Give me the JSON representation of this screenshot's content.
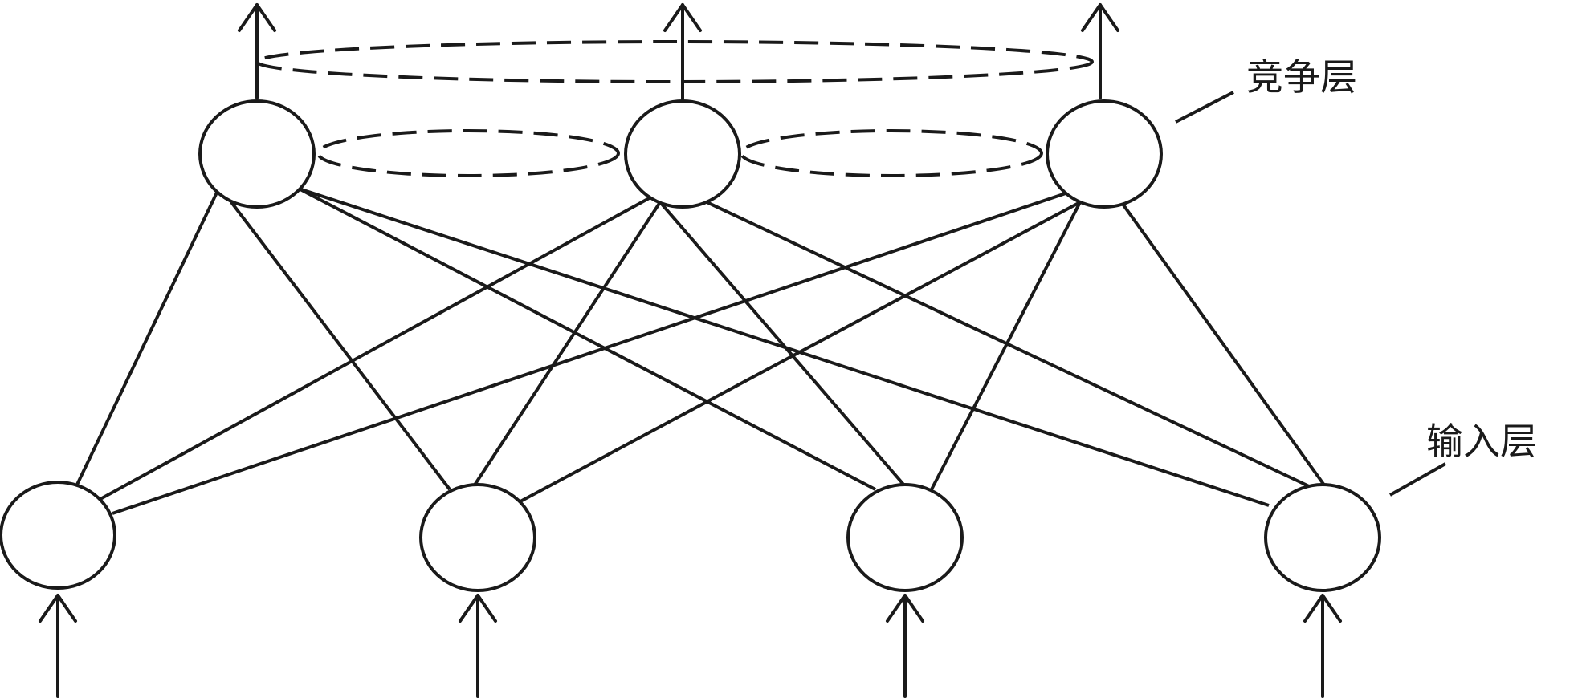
{
  "labels": {
    "competitive_layer": "竞争层",
    "input_layer": "输入层"
  },
  "network": {
    "competitive_nodes": 3,
    "input_nodes": 4,
    "connections": "fully-connected",
    "lateral_inhibition": "dashed-ellipses"
  },
  "colors": {
    "stroke": "#1a1a1a",
    "background": "#ffffff"
  }
}
